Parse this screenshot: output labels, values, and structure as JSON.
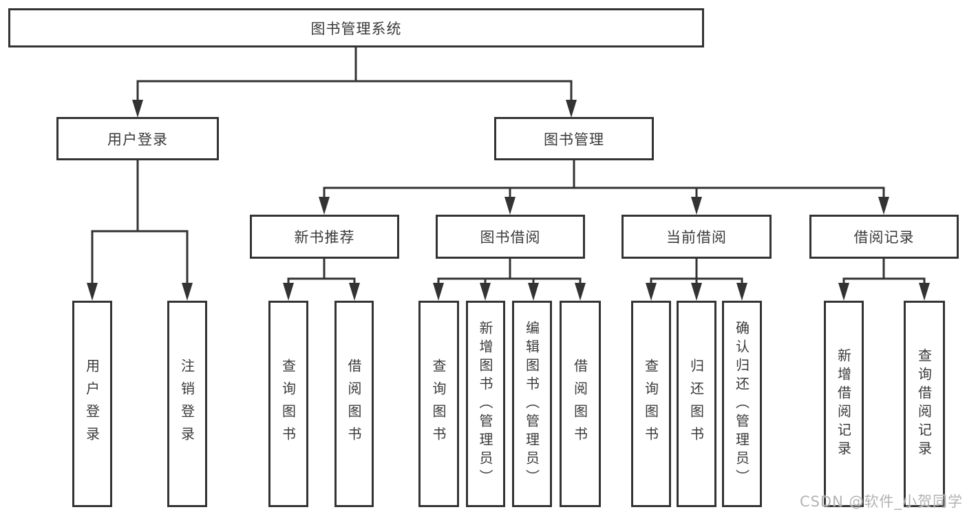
{
  "diagram_type": "hierarchy",
  "colors": {
    "line": "#333333",
    "text": "#3a3a3a",
    "box_background": "#ffffff",
    "watermark": "#adadad"
  },
  "watermark": {
    "text": "CSDN @软件_小贺同学"
  },
  "tree": {
    "label": "图书管理系统",
    "children": [
      {
        "label": "用户登录",
        "children": [
          {
            "label": "用户登录"
          },
          {
            "label": "注销登录"
          }
        ]
      },
      {
        "label": "图书管理",
        "children": [
          {
            "label": "新书推荐",
            "children": [
              {
                "label": "查询图书"
              },
              {
                "label": "借阅图书"
              }
            ]
          },
          {
            "label": "图书借阅",
            "children": [
              {
                "label": "查询图书"
              },
              {
                "label": "新增图书（管理员）"
              },
              {
                "label": "编辑图书（管理员）"
              },
              {
                "label": "借阅图书"
              }
            ]
          },
          {
            "label": "当前借阅",
            "children": [
              {
                "label": "查询图书"
              },
              {
                "label": "归还图书"
              },
              {
                "label": "确认归还（管理员）"
              }
            ]
          },
          {
            "label": "借阅记录",
            "children": [
              {
                "label": "新增借阅记录"
              },
              {
                "label": "查询借阅记录"
              }
            ]
          }
        ]
      }
    ]
  }
}
